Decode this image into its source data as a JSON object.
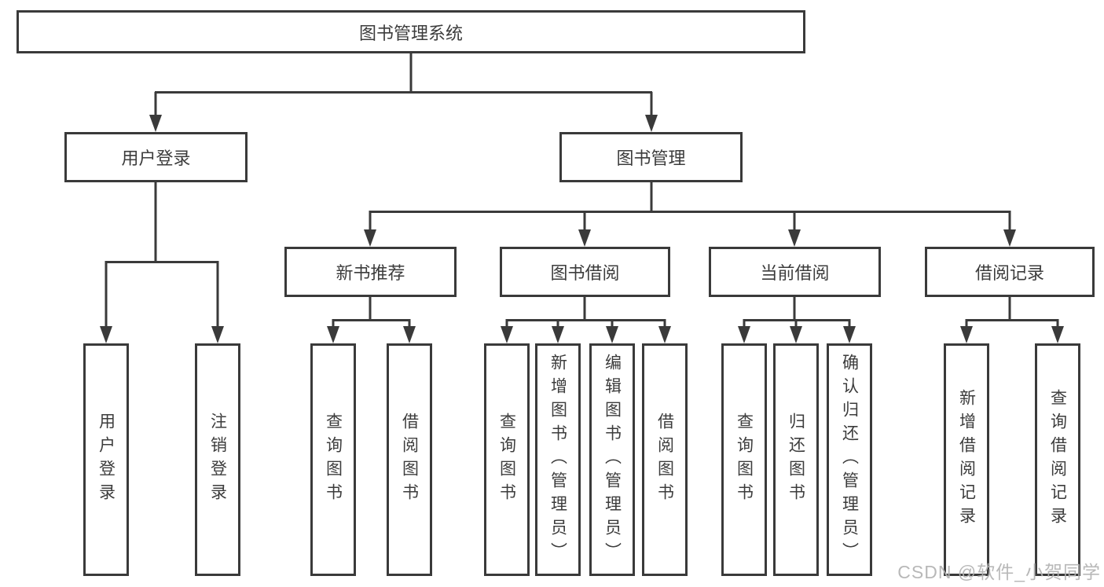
{
  "tree": {
    "root": {
      "label": "图书管理系统"
    },
    "branches": [
      {
        "label": "用户登录",
        "leaves": [
          "用户登录",
          "注销登录"
        ]
      },
      {
        "label": "图书管理",
        "groups": [
          {
            "label": "新书推荐",
            "leaves": [
              "查询图书",
              "借阅图书"
            ]
          },
          {
            "label": "图书借阅",
            "leaves": [
              "查询图书",
              "新增图书（管理员）",
              "编辑图书（管理员）",
              "借阅图书"
            ]
          },
          {
            "label": "当前借阅",
            "leaves": [
              "查询图书",
              "归还图书",
              "确认归还（管理员）"
            ]
          },
          {
            "label": "借阅记录",
            "leaves": [
              "新增借阅记录",
              "查询借阅记录"
            ]
          }
        ]
      }
    ]
  },
  "watermark": {
    "text": "CSDN @软件_小贺同学"
  },
  "colors": {
    "line": "#3a3a3a",
    "border": "#3a3a3a",
    "text": "#3c3c3c",
    "watermark": "#b3b3b3",
    "background": "#ffffff"
  }
}
